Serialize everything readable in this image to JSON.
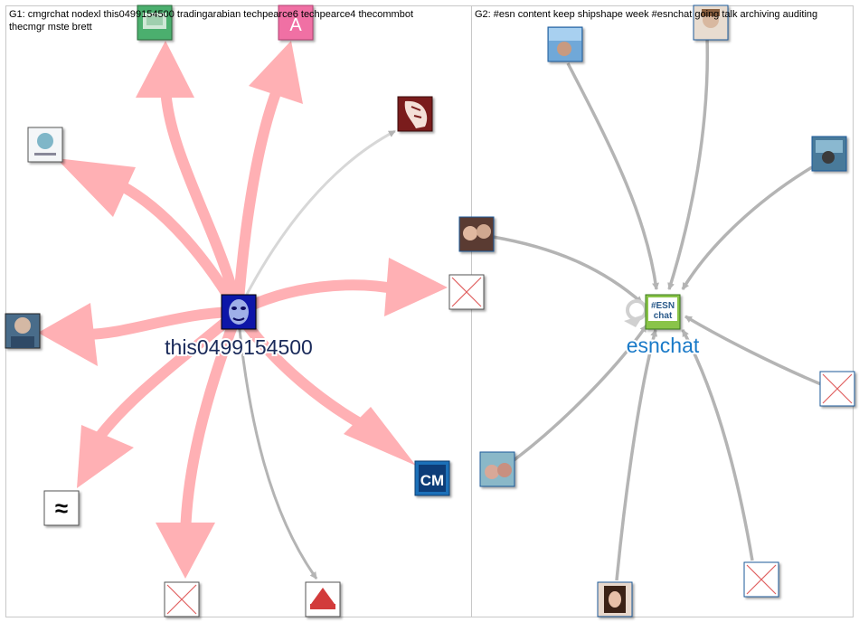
{
  "groups": [
    {
      "title_line1": "G1: cmgrchat nodexl this0499154500 tradingarabian techpearce6 techpearce4 thecommbot",
      "title_line2": "thecmgr mste brett",
      "hub_label": "this0499154500",
      "hub_label_color": "#1a2a5a"
    },
    {
      "title_line1": "G2: #esn content keep shipshape week #esnchat going talk archiving auditing",
      "hub_label": "esnchat",
      "hub_label_color": "#1a7ac8",
      "hub_logo_text_1": "#ESN",
      "hub_logo_text_2": "chat"
    }
  ],
  "node_texts": {
    "cm_logo": "CM",
    "a_logo": "A",
    "wave_logo": "≈"
  },
  "colors": {
    "edge_pink": "#ffb0b4",
    "edge_gray": "#b4b4b4",
    "edge_light": "#d7d7d7",
    "panel_border": "#c8c8c8",
    "placeholder_red": "#e06060"
  }
}
